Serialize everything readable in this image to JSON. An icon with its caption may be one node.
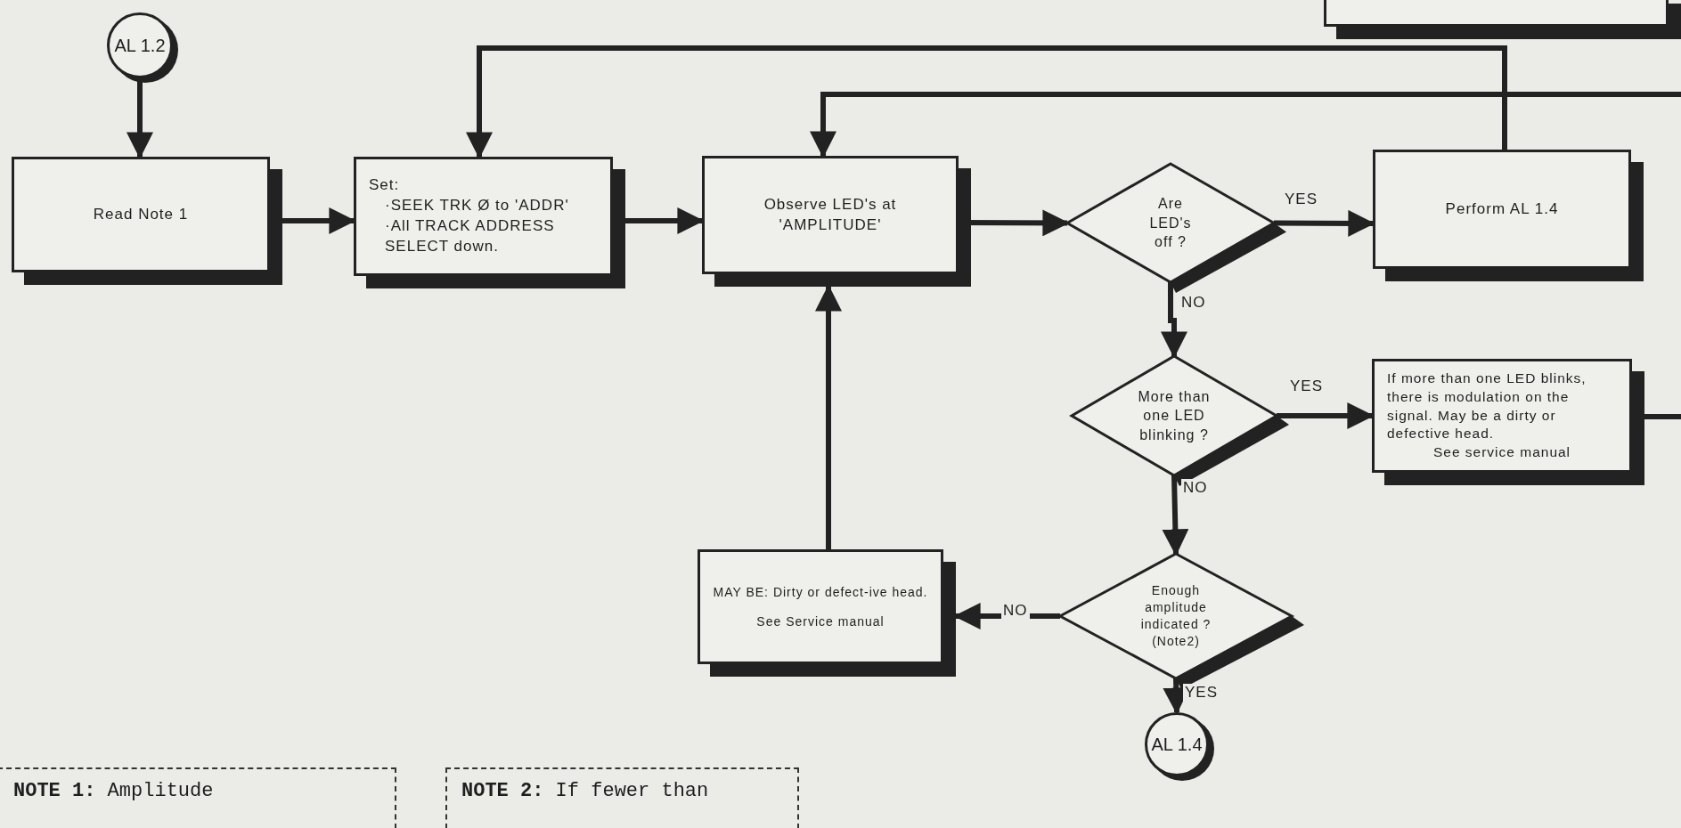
{
  "diagram": {
    "nodes": [
      {
        "text": [
          "AL 1.2"
        ]
      },
      {
        "text": [
          "Read Note 1"
        ]
      },
      {
        "text": [
          "Set:",
          "·SEEK TRK Ø to 'ADDR'",
          "·All TRACK ADDRESS SELECT down."
        ]
      },
      {
        "text": [
          "Observe LED's at 'AMPLITUDE'"
        ]
      },
      {
        "text": [
          "Are LED's off ?"
        ]
      },
      {
        "text": [
          "Perform AL 1.4"
        ]
      },
      {
        "text": [
          "More than one LED blinking ?"
        ]
      },
      {
        "text": [
          "If more than one LED blinks, there is modulation on the signal. May be a dirty or defective head.",
          "See service manual"
        ]
      },
      {
        "text": [
          "Enough amplitude indicated ?",
          "(Note2)"
        ]
      },
      {
        "text": [
          "MAY BE: Dirty or defect-ive head.",
          "See Service manual"
        ]
      },
      {
        "text": [
          "AL 1.4"
        ]
      },
      {
        "text": [],
        "shape": "box"
      },
      {
        "text": [
          "**NOTE 1:** Amplitude"
        ]
      },
      {
        "text": [
          "**NOTE 2:** If fewer than"
        ]
      }
    ],
    "edges": [
      {
        "from": 0,
        "to": 1,
        "arrow": "to"
      },
      {
        "from": 1,
        "to": 2,
        "arrow": "to"
      },
      {
        "from": 2,
        "to": 3,
        "arrow": "to"
      },
      {
        "from": 3,
        "to": 4,
        "arrow": "to"
      },
      {
        "from": 4,
        "to": 5,
        "arrow": "to",
        "label": "YES"
      },
      {
        "from": 4,
        "to": 6,
        "arrow": "to",
        "label": "NO"
      },
      {
        "from": 6,
        "to": 7,
        "arrow": "to",
        "label": "YES"
      },
      {
        "from": 6,
        "to": 8,
        "arrow": "to",
        "label": "NO"
      },
      {
        "from": 8,
        "to": 9,
        "arrow": "to",
        "label": "NO"
      },
      {
        "from": 8,
        "to": 10,
        "arrow": "to",
        "label": "YES"
      },
      {
        "from": 9,
        "to": 3,
        "arrow": "to"
      },
      {
        "from": 5,
        "to": 2,
        "arrow": "to"
      },
      {
        "from": null,
        "to": 3,
        "arrow": "to"
      },
      {
        "from": 7,
        "to": null,
        "arrow": "none"
      }
    ]
  }
}
